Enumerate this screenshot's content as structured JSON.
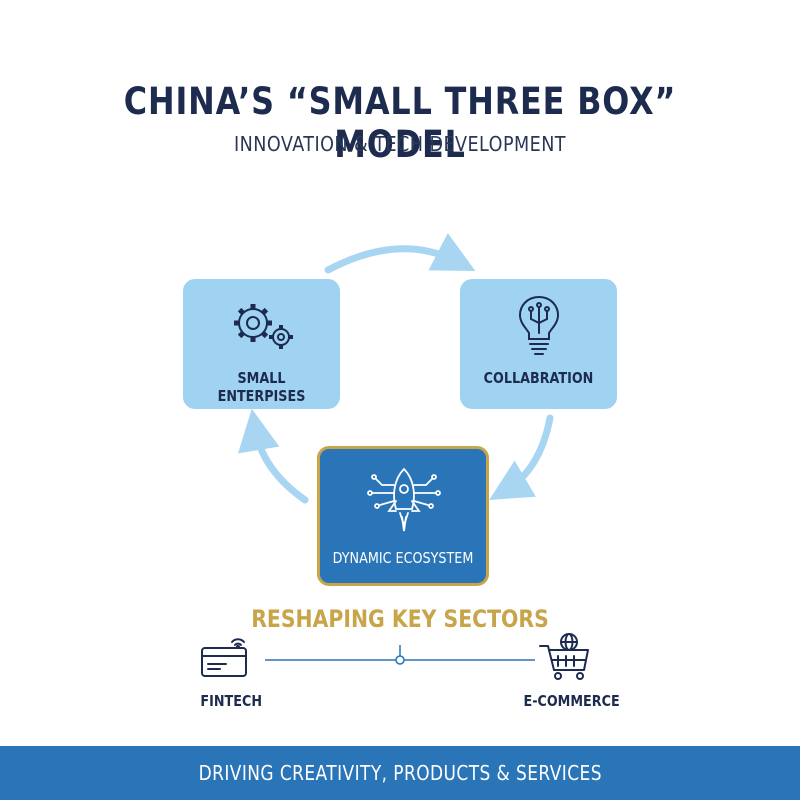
{
  "header": {
    "title": "CHINA’S “SMALL THREE BOX” MODEL",
    "subtitle": "INNOVATION & TECH DEVELOPMENT"
  },
  "cycle": {
    "boxes": [
      {
        "label": "SMALL ENTERPISES",
        "icon": "gears-icon"
      },
      {
        "label": "COLLABRATION",
        "icon": "lightbulb-circuit-icon"
      },
      {
        "label": "DYNAMIC ECOSYSTEM",
        "icon": "rocket-network-icon"
      }
    ]
  },
  "sectors": {
    "title": "RESHAPING KEY SECTORS",
    "items": [
      {
        "label": "FINTECH",
        "icon": "payment-card-icon"
      },
      {
        "label": "E-COMMERCE",
        "icon": "shopping-cart-globe-icon"
      }
    ]
  },
  "footer": {
    "text": "DRIVING CREATIVITY, PRODUCTS & SERVICES"
  },
  "colors": {
    "navy": "#1d2b4f",
    "light_blue": "#9fd3f1",
    "arrow_blue": "#a8d6f2",
    "dark_blue": "#2a74b8",
    "gold": "#c9a54a"
  }
}
